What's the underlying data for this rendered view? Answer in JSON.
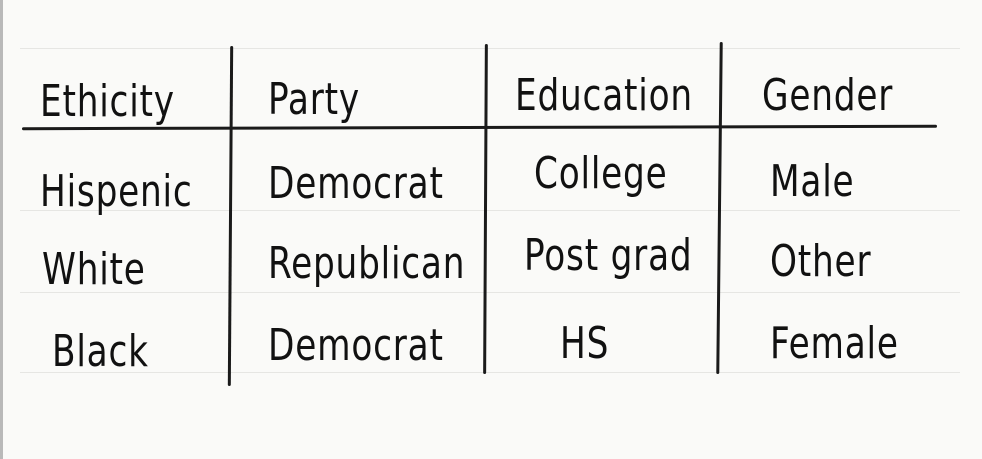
{
  "table": {
    "headers": [
      "Ethicity",
      "Party",
      "Education",
      "Gender"
    ],
    "rows": [
      [
        "Hispenic",
        "Democrat",
        "College",
        "Male"
      ],
      [
        "White",
        "Republican",
        "Post grad",
        "Other"
      ],
      [
        "Black",
        "Democrat",
        "HS",
        "Female"
      ]
    ]
  },
  "ink_color": "#111111",
  "paper_color": "#fafaf8"
}
